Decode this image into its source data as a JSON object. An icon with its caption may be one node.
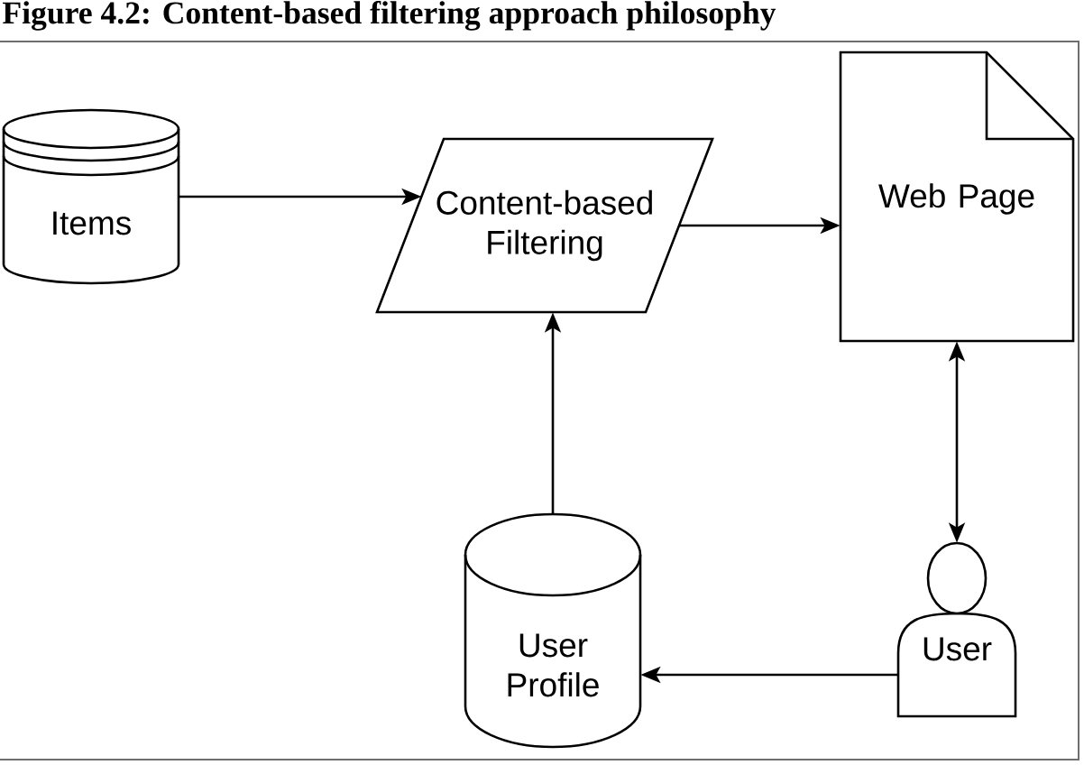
{
  "diagram": {
    "title": "Figure 4.2: Content-based filtering approach philosophy",
    "nodes": [
      {
        "text": [
          "Items"
        ]
      },
      {
        "text": [
          "Content-based Filtering"
        ]
      },
      {
        "text": [
          "Web Page"
        ]
      },
      {
        "text": [
          "User Profile"
        ]
      },
      {
        "text": [
          "User"
        ]
      }
    ],
    "edges": [
      {
        "from": 0,
        "to": 1,
        "arrow": "to"
      },
      {
        "from": 1,
        "to": 2,
        "arrow": "to"
      },
      {
        "from": 2,
        "to": 4,
        "arrow": "both"
      },
      {
        "from": 4,
        "to": 3,
        "arrow": "to"
      },
      {
        "from": 3,
        "to": 1,
        "arrow": "to"
      }
    ]
  }
}
